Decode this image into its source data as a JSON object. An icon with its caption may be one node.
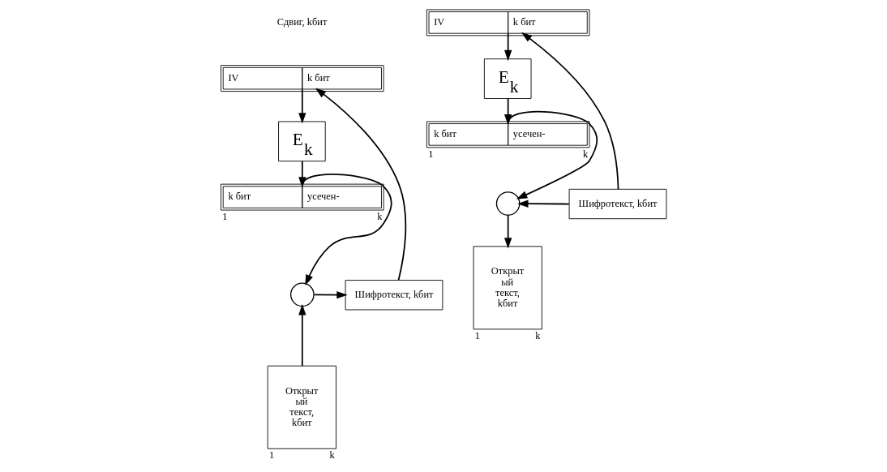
{
  "diagram": {
    "nodes": [
      {
        "text": [
          "IV",
          "k бит"
        ]
      },
      {
        "text": [
          "E$_{k}$"
        ]
      },
      {
        "text": [
          "k бит",
          "усечен-"
        ],
        "beside": [
          "1",
          "k"
        ]
      },
      {
        "text": [],
        "shape": "circle"
      },
      {
        "text": [
          "Открыт ый текст, kбит"
        ],
        "beside": [
          "1",
          "k"
        ]
      },
      {
        "text": [
          "Шифротекст, kбит"
        ]
      },
      {
        "text": [
          "IV",
          "k бит"
        ]
      },
      {
        "text": [
          "E$_{k}$"
        ]
      },
      {
        "text": [
          "k бит",
          "усечен-"
        ],
        "beside": [
          "1",
          "k"
        ]
      },
      {
        "text": [],
        "shape": "circle"
      },
      {
        "text": [
          "Шифротекст, kбит"
        ]
      },
      {
        "text": [
          "Открыт ый текст, kбит"
        ],
        "beside": [
          "1",
          "k"
        ]
      }
    ],
    "edges": [
      {
        "from": 0,
        "to": 1,
        "arrow": "to"
      },
      {
        "from": 1,
        "to": 2,
        "arrow": "to"
      },
      {
        "from": 2,
        "to": 3,
        "arrow": "to"
      },
      {
        "from": 4,
        "to": 3,
        "arrow": "to"
      },
      {
        "from": 3,
        "to": 5,
        "arrow": "to"
      },
      {
        "from": 5,
        "to": 0,
        "arrow": "to"
      },
      {
        "from": 6,
        "to": 7,
        "arrow": "to"
      },
      {
        "from": 7,
        "to": 8,
        "arrow": "to"
      },
      {
        "from": 8,
        "to": 9,
        "arrow": "to"
      },
      {
        "from": 10,
        "to": 9,
        "arrow": "to"
      },
      {
        "from": 9,
        "to": 11,
        "arrow": "to"
      },
      {
        "from": 10,
        "to": 6,
        "arrow": "to"
      }
    ],
    "labels": [
      "Сдвиг, kбит"
    ]
  }
}
